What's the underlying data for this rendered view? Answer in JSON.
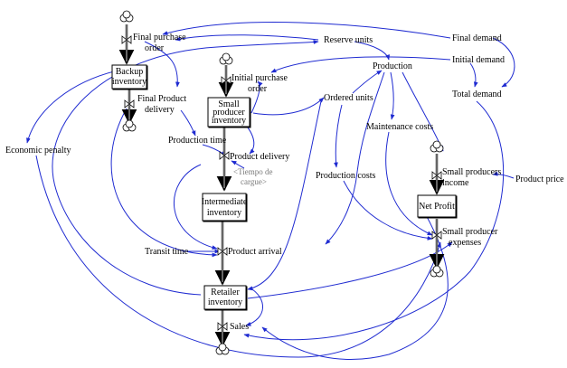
{
  "diagram": {
    "stocks": {
      "backup_inventory": [
        "Backup",
        "inventory"
      ],
      "small_producer_inventory": [
        "Small",
        "producer",
        "inventory"
      ],
      "intermediate_inventory": [
        "Intermediate",
        "inventory"
      ],
      "retailer_inventory": [
        "Retailer",
        "inventory"
      ],
      "net_profit": "Net Profit"
    },
    "flows": {
      "final_purchase_order": [
        "Final purchase",
        "order"
      ],
      "final_product_delivery": [
        "Final Product",
        "delivery"
      ],
      "initial_purchase_order": [
        "Initial purchase",
        "order"
      ],
      "product_delivery": "Product delivery",
      "product_arrival": "Product arrival",
      "sales": "Sales",
      "small_producers_income": [
        "Small producers",
        "income"
      ],
      "small_producer_expenses": [
        "Small producer",
        "expenses"
      ]
    },
    "variables": {
      "reserve_units": "Reserve units",
      "final_demand": "Final demand",
      "initial_demand": "Initial demand",
      "production": "Production",
      "total_demand": "Total demand",
      "ordered_units": "Ordered units",
      "maintenance_costs": "Maintenance costs",
      "economic_penalty": "Economic penalty",
      "production_time": "Production time",
      "production_costs": "Production costs",
      "product_price": "Product price",
      "transit_time": "Transit time",
      "tiempo_de_cargue": [
        "<Tiempo de",
        "cargue>"
      ]
    },
    "colors": {
      "link": "#1f2bd1",
      "stock_border": "#000000",
      "shadow_variable": "#7a7a7a"
    }
  }
}
